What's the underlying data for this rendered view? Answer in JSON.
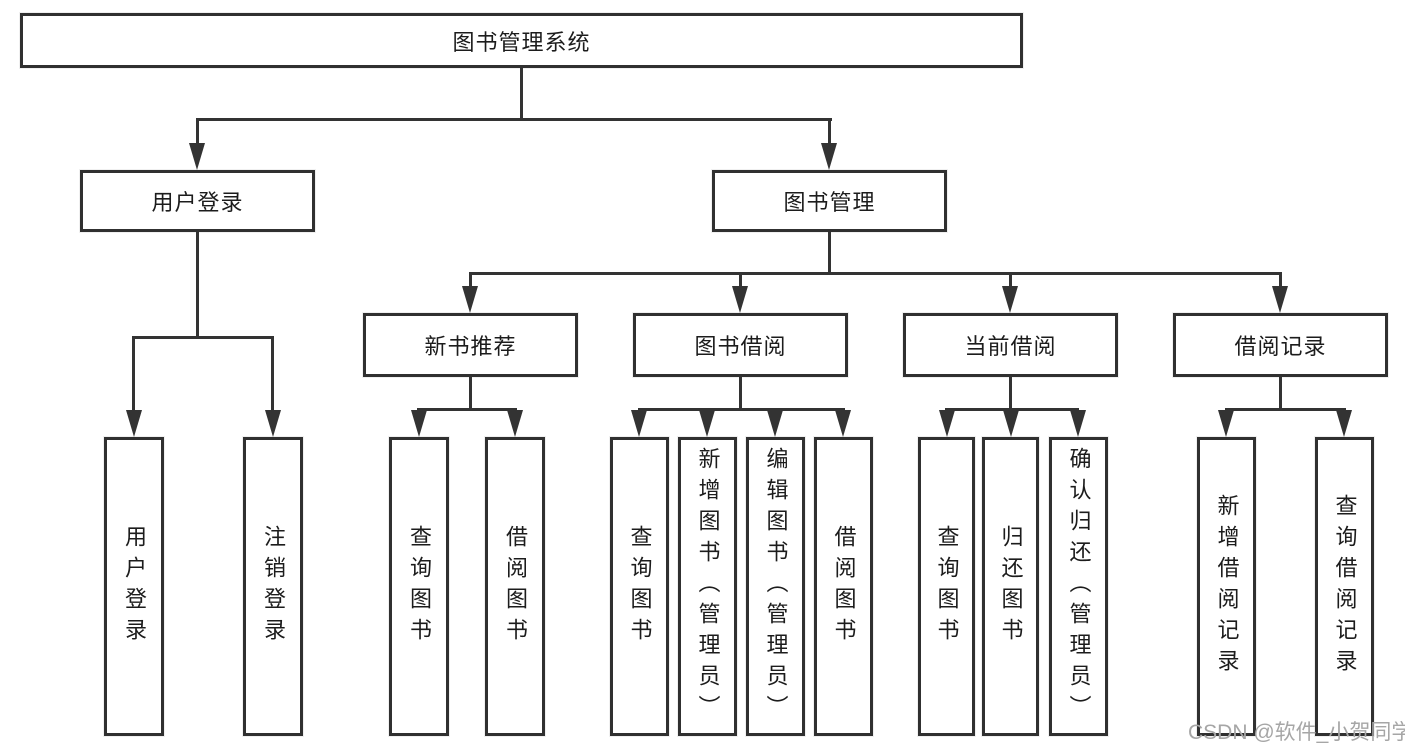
{
  "diagram": {
    "title": "图书管理系统",
    "branches": [
      {
        "label": "用户登录",
        "children": [
          {
            "label": "用户登录"
          },
          {
            "label": "注销登录"
          }
        ]
      },
      {
        "label": "图书管理",
        "children": [
          {
            "label": "新书推荐",
            "children": [
              {
                "label": "查询图书"
              },
              {
                "label": "借阅图书"
              }
            ]
          },
          {
            "label": "图书借阅",
            "children": [
              {
                "label": "查询图书"
              },
              {
                "label": "新增图书（管理员）"
              },
              {
                "label": "编辑图书（管理员）"
              },
              {
                "label": "借阅图书"
              }
            ]
          },
          {
            "label": "当前借阅",
            "children": [
              {
                "label": "查询图书"
              },
              {
                "label": "归还图书"
              },
              {
                "label": "确认归还（管理员）"
              }
            ]
          },
          {
            "label": "借阅记录",
            "children": [
              {
                "label": "新增借阅记录"
              },
              {
                "label": "查询借阅记录"
              }
            ]
          }
        ]
      }
    ]
  },
  "watermark": "CSDN @软件_小贺同学",
  "colors": {
    "line": "#333333",
    "border": "#303030",
    "text": "#1c1c1c",
    "watermark": "#a6a6a6",
    "background": "#ffffff"
  }
}
